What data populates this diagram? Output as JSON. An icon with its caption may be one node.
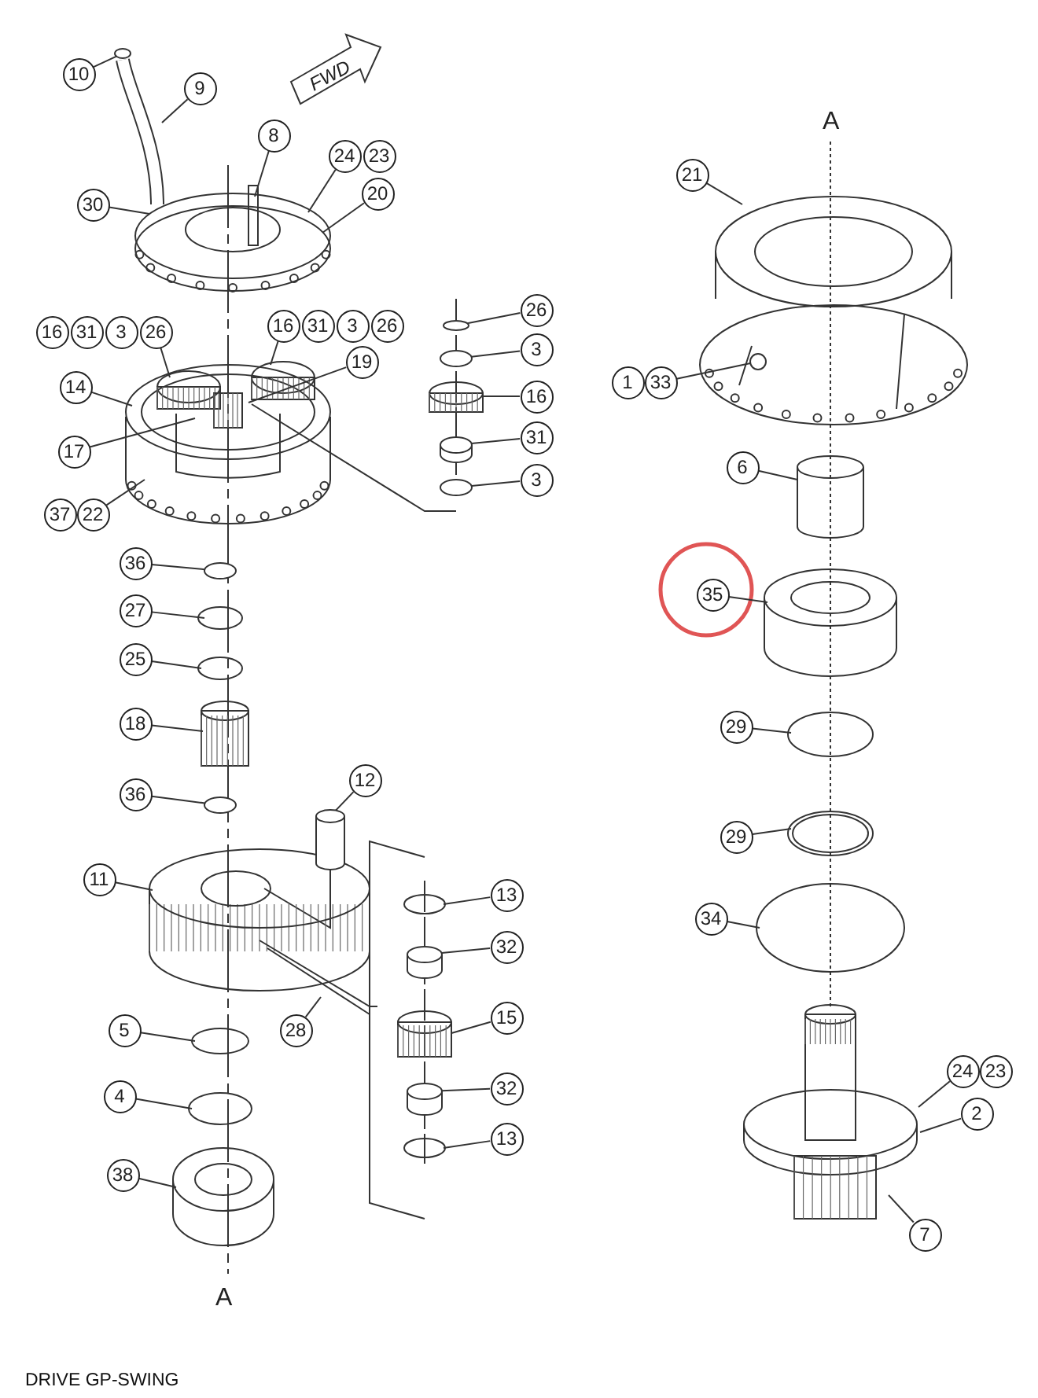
{
  "diagram": {
    "caption": "DRIVE GP-SWING",
    "nodes": [
      {
        "text": [
          "10"
        ]
      },
      {
        "text": [
          "9"
        ]
      },
      {
        "text": [
          "8"
        ]
      },
      {
        "text": [
          "24"
        ]
      },
      {
        "text": [
          "23"
        ]
      },
      {
        "text": [
          "20"
        ]
      },
      {
        "text": [
          "30"
        ]
      },
      {
        "text": [
          "16"
        ]
      },
      {
        "text": [
          "31"
        ]
      },
      {
        "text": [
          "3"
        ]
      },
      {
        "text": [
          "26"
        ]
      },
      {
        "text": [
          "16"
        ]
      },
      {
        "text": [
          "31"
        ]
      },
      {
        "text": [
          "3"
        ]
      },
      {
        "text": [
          "26"
        ]
      },
      {
        "text": [
          "19"
        ]
      },
      {
        "text": [
          "14"
        ]
      },
      {
        "text": [
          "17"
        ]
      },
      {
        "text": [
          "37"
        ]
      },
      {
        "text": [
          "22"
        ]
      },
      {
        "text": [
          "26"
        ]
      },
      {
        "text": [
          "3"
        ]
      },
      {
        "text": [
          "16"
        ]
      },
      {
        "text": [
          "31"
        ]
      },
      {
        "text": [
          "3"
        ]
      },
      {
        "text": [
          "36"
        ]
      },
      {
        "text": [
          "27"
        ]
      },
      {
        "text": [
          "25"
        ]
      },
      {
        "text": [
          "18"
        ]
      },
      {
        "text": [
          "36"
        ]
      },
      {
        "text": [
          "12"
        ]
      },
      {
        "text": [
          "11"
        ]
      },
      {
        "text": [
          "5"
        ]
      },
      {
        "text": [
          "4"
        ]
      },
      {
        "text": [
          "38"
        ]
      },
      {
        "text": [
          "28"
        ]
      },
      {
        "text": [
          "13"
        ]
      },
      {
        "text": [
          "32"
        ]
      },
      {
        "text": [
          "15"
        ]
      },
      {
        "text": [
          "32"
        ]
      },
      {
        "text": [
          "13"
        ]
      },
      {
        "text": [
          "21"
        ]
      },
      {
        "text": [
          "1"
        ]
      },
      {
        "text": [
          "33"
        ]
      },
      {
        "text": [
          "6"
        ]
      },
      {
        "text": [
          "35"
        ]
      },
      {
        "text": [
          "29"
        ]
      },
      {
        "text": [
          "29"
        ]
      },
      {
        "text": [
          "34"
        ]
      },
      {
        "text": [
          "24"
        ]
      },
      {
        "text": [
          "23"
        ]
      },
      {
        "text": [
          "2"
        ]
      },
      {
        "text": [
          "7"
        ]
      },
      {
        "text": [],
        "shape": "ring"
      },
      {
        "text": [],
        "shape": "ring"
      },
      {
        "text": [],
        "shape": "ring"
      },
      {
        "text": [],
        "shape": "cylinder"
      },
      {
        "text": [],
        "shape": "ring"
      },
      {
        "text": [],
        "shape": "ring"
      },
      {
        "text": [],
        "shape": "ring"
      },
      {
        "text": [],
        "shape": "cylinder"
      },
      {
        "text": [],
        "shape": "cylinder"
      },
      {
        "text": [],
        "shape": "cylinder"
      },
      {
        "text": [],
        "shape": "circle"
      }
    ],
    "edges": [
      {
        "from": 0,
        "to": 53,
        "arrow": "none"
      },
      {
        "from": 1,
        "to": null,
        "arrow": "none"
      },
      {
        "from": 2,
        "to": null,
        "arrow": "none"
      },
      {
        "from": 3,
        "to": null,
        "arrow": "none"
      },
      {
        "from": 5,
        "to": null,
        "arrow": "none"
      },
      {
        "from": 6,
        "to": null,
        "arrow": "none"
      },
      {
        "from": 10,
        "to": null,
        "arrow": "none"
      },
      {
        "from": 11,
        "to": null,
        "arrow": "none"
      },
      {
        "from": 15,
        "to": null,
        "arrow": "none"
      },
      {
        "from": 16,
        "to": null,
        "arrow": "none"
      },
      {
        "from": 17,
        "to": null,
        "arrow": "none"
      },
      {
        "from": 19,
        "to": null,
        "arrow": "none"
      },
      {
        "from": 20,
        "to": 54,
        "arrow": "none"
      },
      {
        "from": 21,
        "to": 55,
        "arrow": "none"
      },
      {
        "from": 22,
        "to": null,
        "arrow": "none"
      },
      {
        "from": 23,
        "to": 56,
        "arrow": "none"
      },
      {
        "from": 24,
        "to": 57,
        "arrow": "none"
      },
      {
        "from": 25,
        "to": 58,
        "arrow": "none"
      },
      {
        "from": 26,
        "to": null,
        "arrow": "none"
      },
      {
        "from": 27,
        "to": null,
        "arrow": "none"
      },
      {
        "from": 28,
        "to": null,
        "arrow": "none"
      },
      {
        "from": 29,
        "to": 59,
        "arrow": "none"
      },
      {
        "from": 30,
        "to": 60,
        "arrow": "none"
      },
      {
        "from": 31,
        "to": null,
        "arrow": "none"
      },
      {
        "from": 32,
        "to": null,
        "arrow": "none"
      },
      {
        "from": 33,
        "to": null,
        "arrow": "none"
      },
      {
        "from": 34,
        "to": null,
        "arrow": "none"
      },
      {
        "from": 35,
        "to": null,
        "arrow": "none"
      },
      {
        "from": 36,
        "to": null,
        "arrow": "none"
      },
      {
        "from": 37,
        "to": 61,
        "arrow": "none"
      },
      {
        "from": 38,
        "to": null,
        "arrow": "none"
      },
      {
        "from": 39,
        "to": 62,
        "arrow": "none"
      },
      {
        "from": 40,
        "to": null,
        "arrow": "none"
      },
      {
        "from": 41,
        "to": null,
        "arrow": "none"
      },
      {
        "from": 43,
        "to": 63,
        "arrow": "none"
      },
      {
        "from": 44,
        "to": null,
        "arrow": "none"
      },
      {
        "from": 45,
        "to": null,
        "arrow": "none"
      },
      {
        "from": 46,
        "to": null,
        "arrow": "none"
      },
      {
        "from": 47,
        "to": null,
        "arrow": "none"
      },
      {
        "from": 48,
        "to": null,
        "arrow": "none"
      },
      {
        "from": 49,
        "to": null,
        "arrow": "none"
      },
      {
        "from": 51,
        "to": null,
        "arrow": "none"
      },
      {
        "from": 52,
        "to": null,
        "arrow": "none"
      }
    ],
    "labels": [
      "FWD",
      "A",
      "A"
    ]
  }
}
